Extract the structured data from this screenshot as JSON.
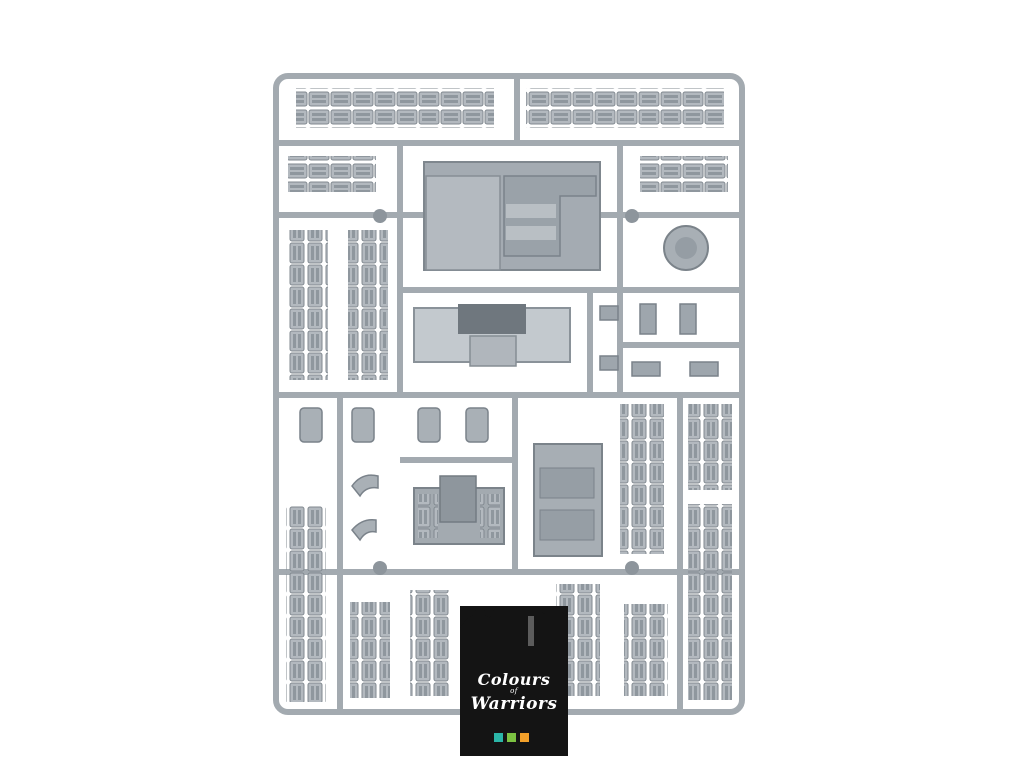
{
  "image": {
    "subject": "Plastic model kit sprue (grey frame with tank tracks and hull parts)",
    "background_color": "#ffffff",
    "plastic_color": "#a9b0b6",
    "plastic_shadow": "#7d858c",
    "plastic_highlight": "#c6ccd1"
  },
  "watermark": {
    "line1": "Colours",
    "line2": "of",
    "line3": "Warriors",
    "dot_colors": [
      "#2bb6a8",
      "#7cc242",
      "#f2a02a"
    ]
  }
}
